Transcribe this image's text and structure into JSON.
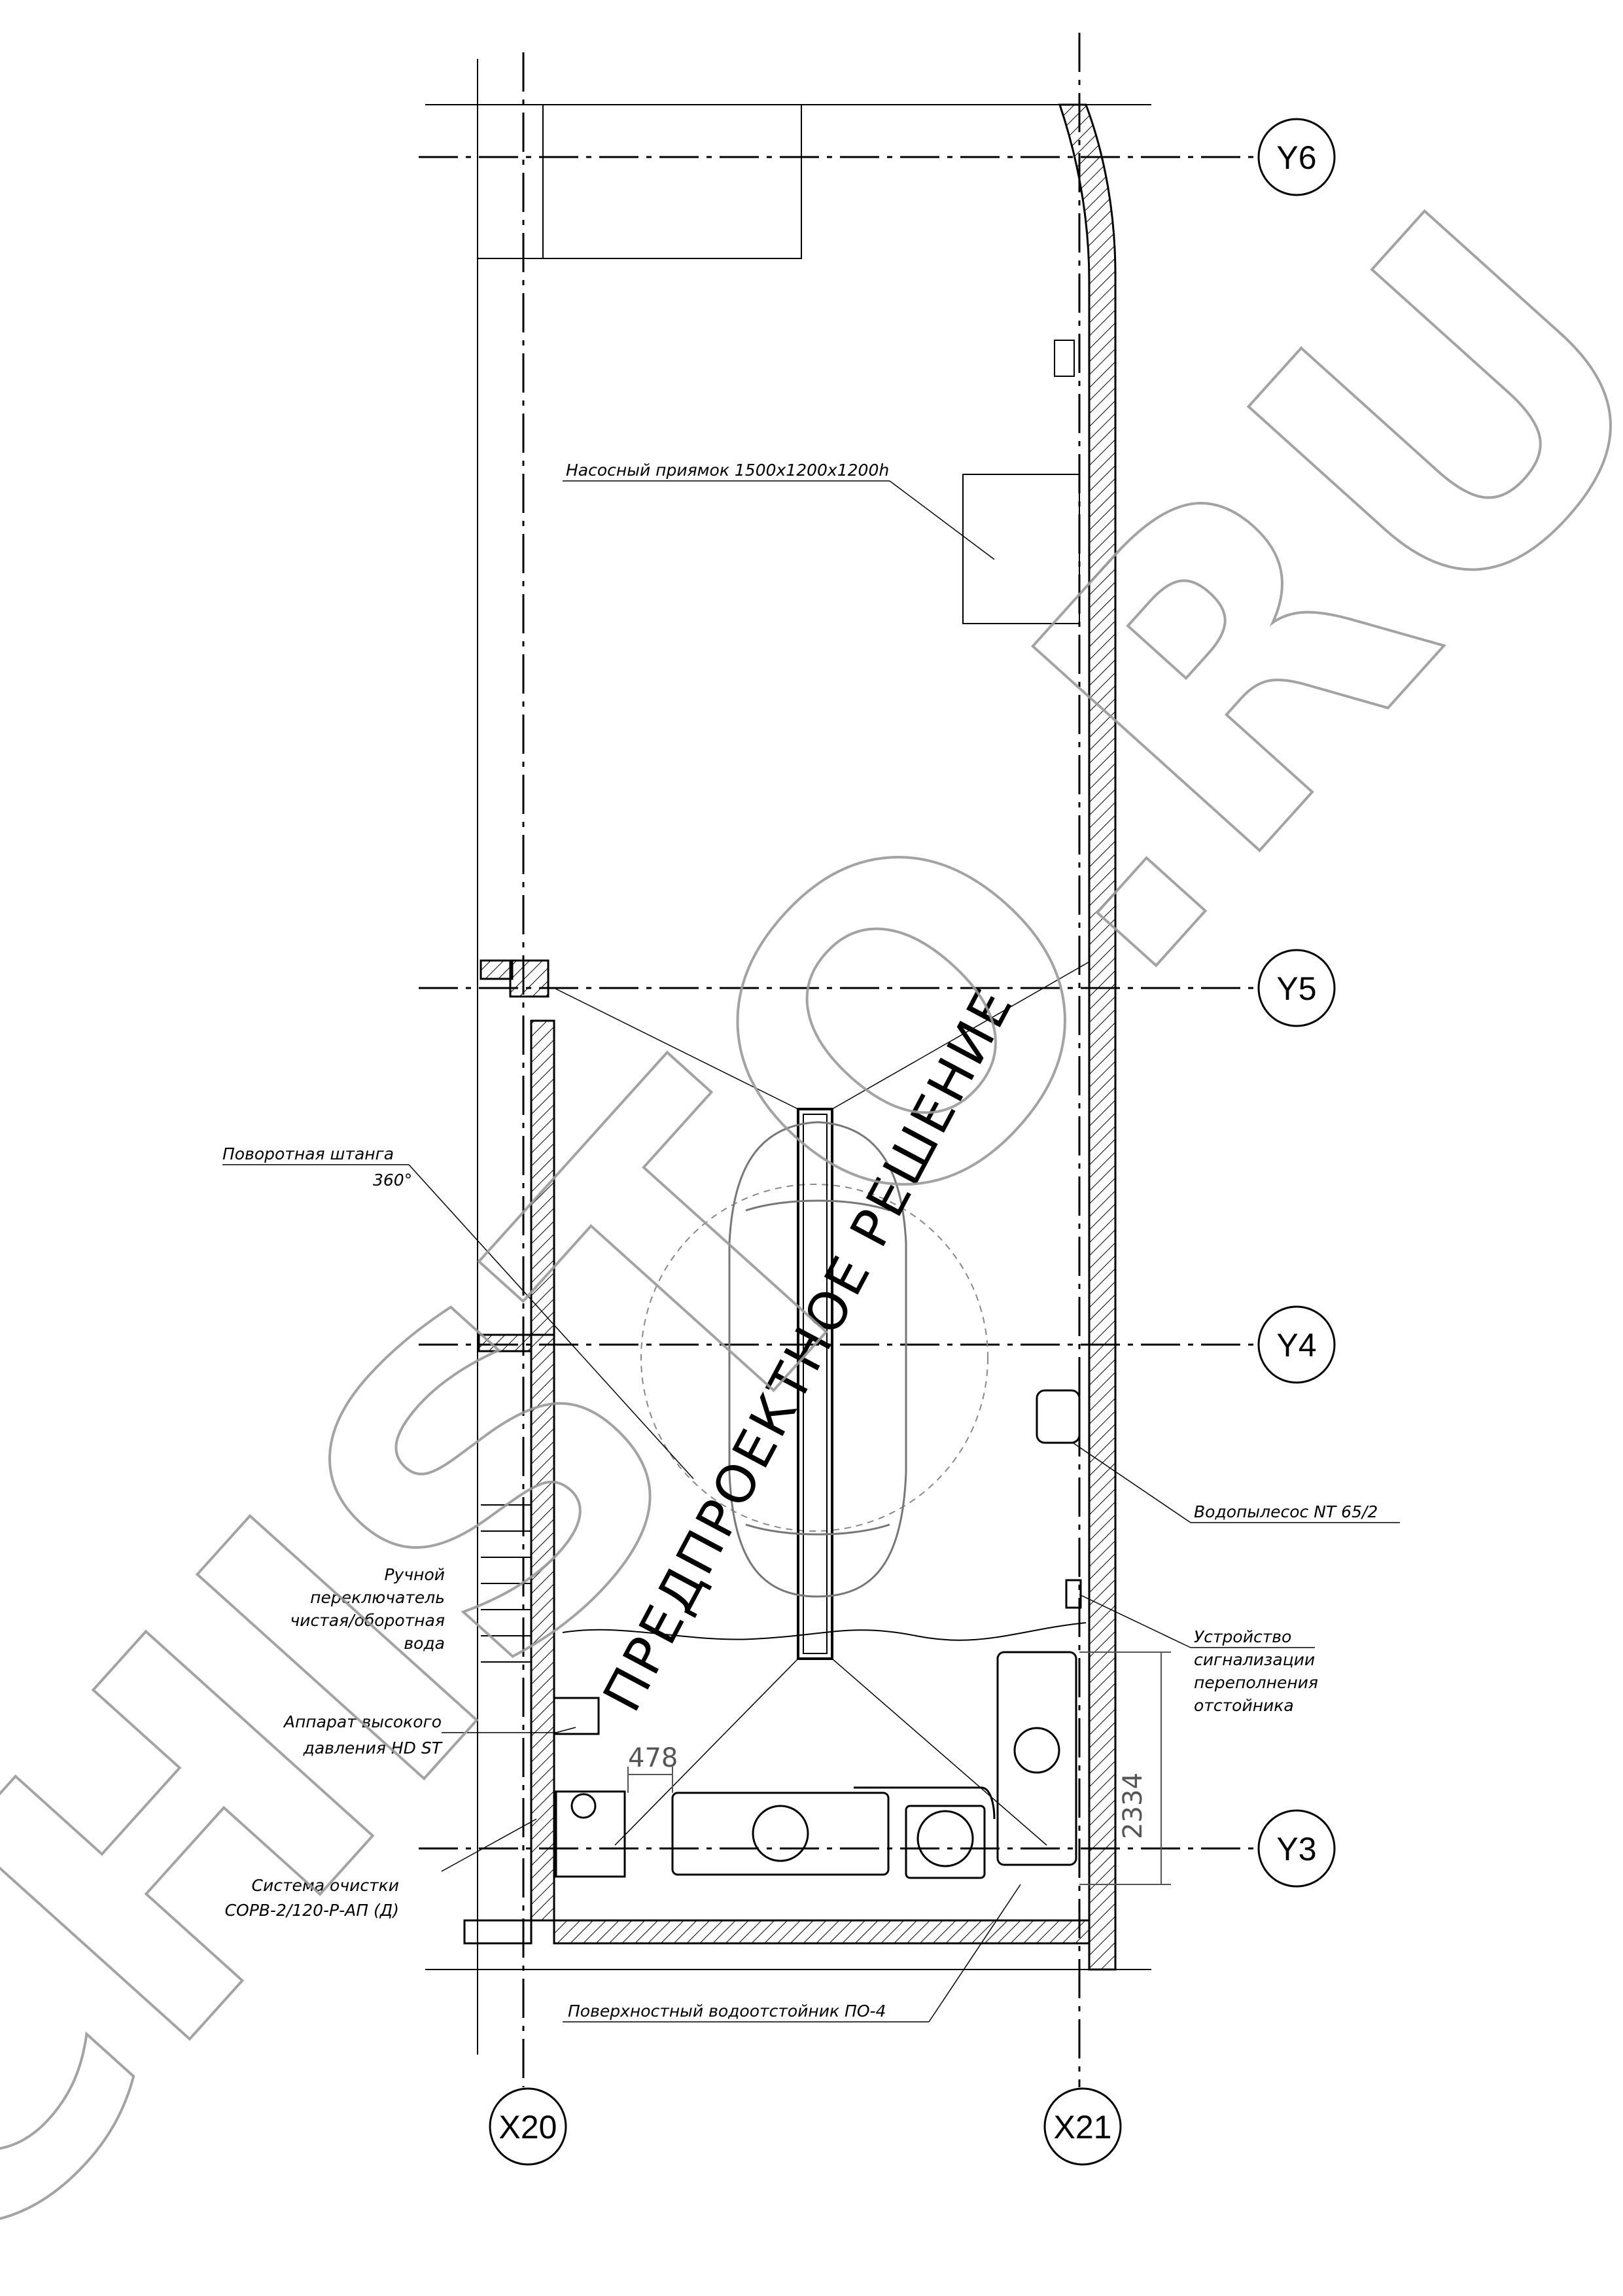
{
  "axes": {
    "x20": "X20",
    "x21": "X21",
    "y6": "Y6",
    "y5": "Y5",
    "y4": "Y4",
    "y3": "Y3"
  },
  "labels": {
    "pump_pit": "Насосный приямок 1500x1200x1200h",
    "boom_line1": "Поворотная штанга",
    "boom_line2": "360°",
    "vacuum": "Водопылесос NT 65/2",
    "switch_line1": "Ручной",
    "switch_line2": "переключатель",
    "switch_line3": "чистая/оборотная",
    "switch_line4": "вода",
    "alarm_line1": "Устройство",
    "alarm_line2": "сигнализации",
    "alarm_line3": "переполнения",
    "alarm_line4": "отстойника",
    "hp_line1": "Аппарат высокого",
    "hp_line2": "давления  HD ST",
    "cleaning_line1": "Система очистки",
    "cleaning_line2": "СОРВ-2/120-Р-АП (Д)",
    "separator": "Поверхностный водоотстойник ПО-4"
  },
  "dimensions": {
    "d1": "478",
    "d2": "2334"
  },
  "watermark": {
    "stamp": "ПРЕДПРОЕКТНОЕ РЕШЕНИЕ",
    "brand": "CHISTO.RU"
  },
  "colors": {
    "line": "#000000",
    "watermark": "#9a9a9a"
  }
}
